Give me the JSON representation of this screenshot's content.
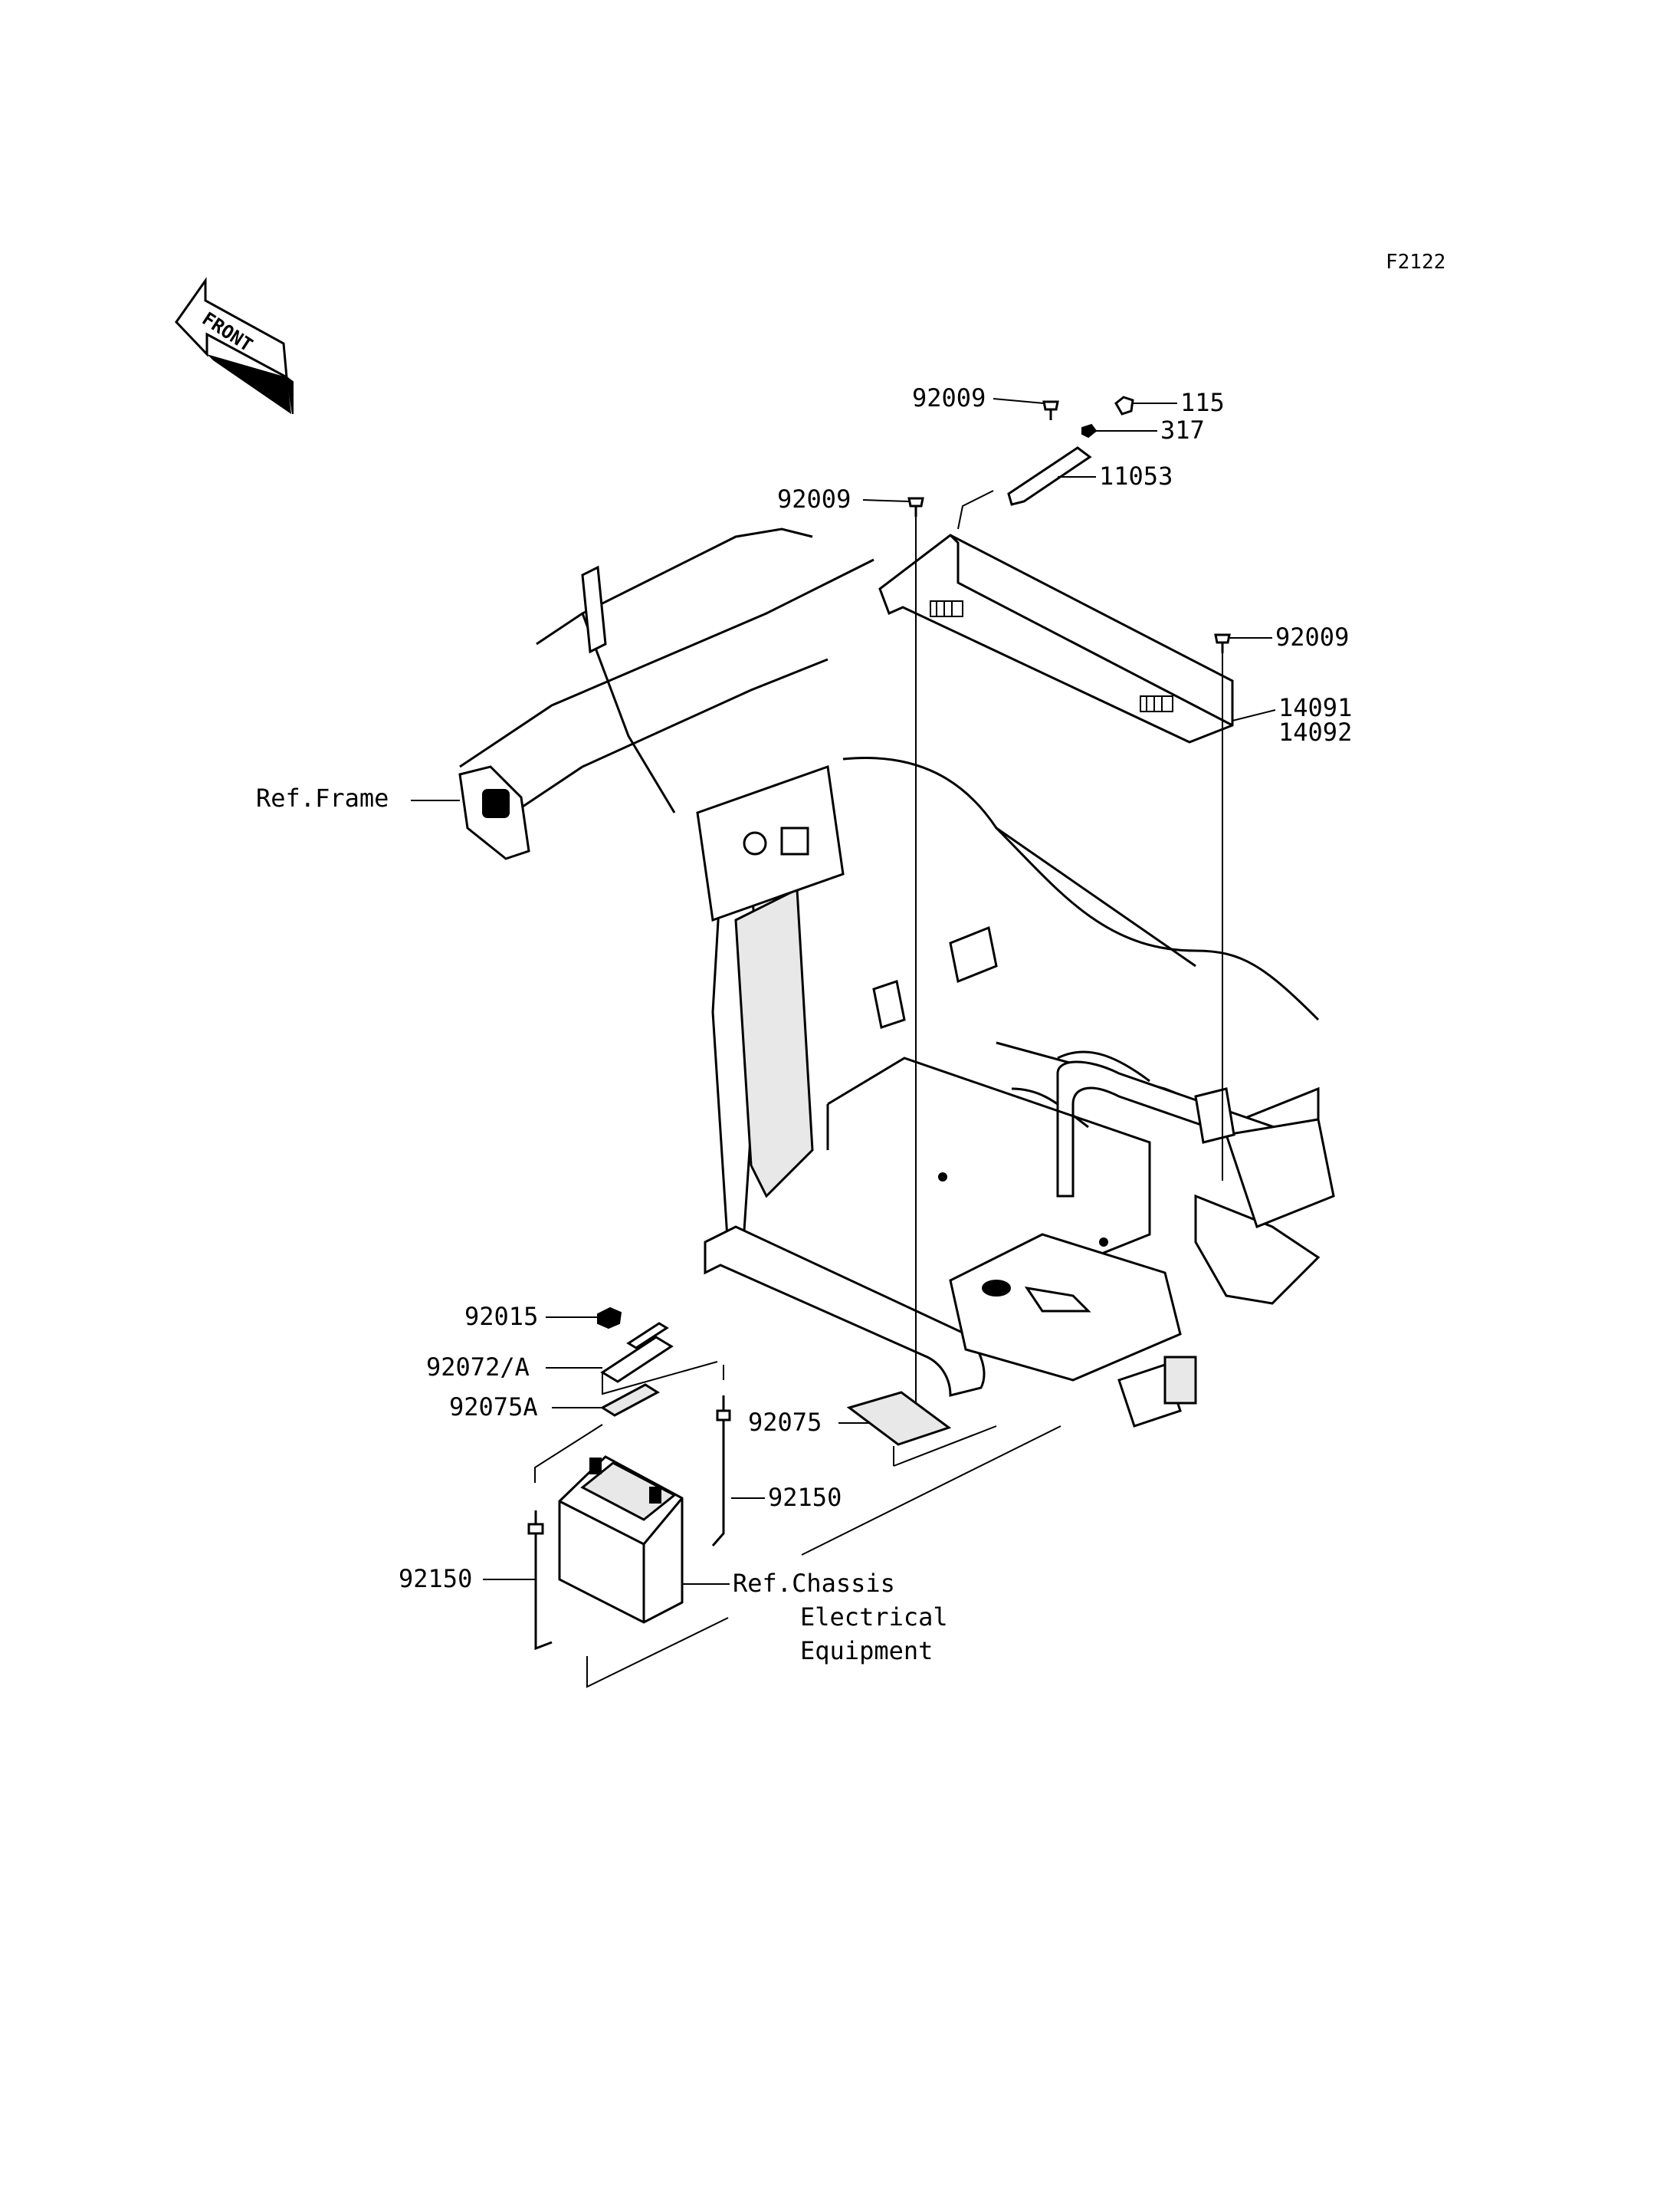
{
  "diagram_code": "F2122",
  "front_badge": "FRONT",
  "callouts": {
    "p92009_top": "92009",
    "p115": "115",
    "p317": "317",
    "p92009_mid": "92009",
    "p11053": "11053",
    "p92009_right": "92009",
    "p14091": "14091",
    "p14092": "14092",
    "ref_frame": "Ref.Frame",
    "p92015": "92015",
    "p92072a": "92072/A",
    "p92075a": "92075A",
    "p92075": "92075",
    "p92150_right": "92150",
    "p92150_left": "92150",
    "ref_chassis_1": "Ref.Chassis",
    "ref_chassis_2": "Electrical",
    "ref_chassis_3": "Equipment"
  }
}
